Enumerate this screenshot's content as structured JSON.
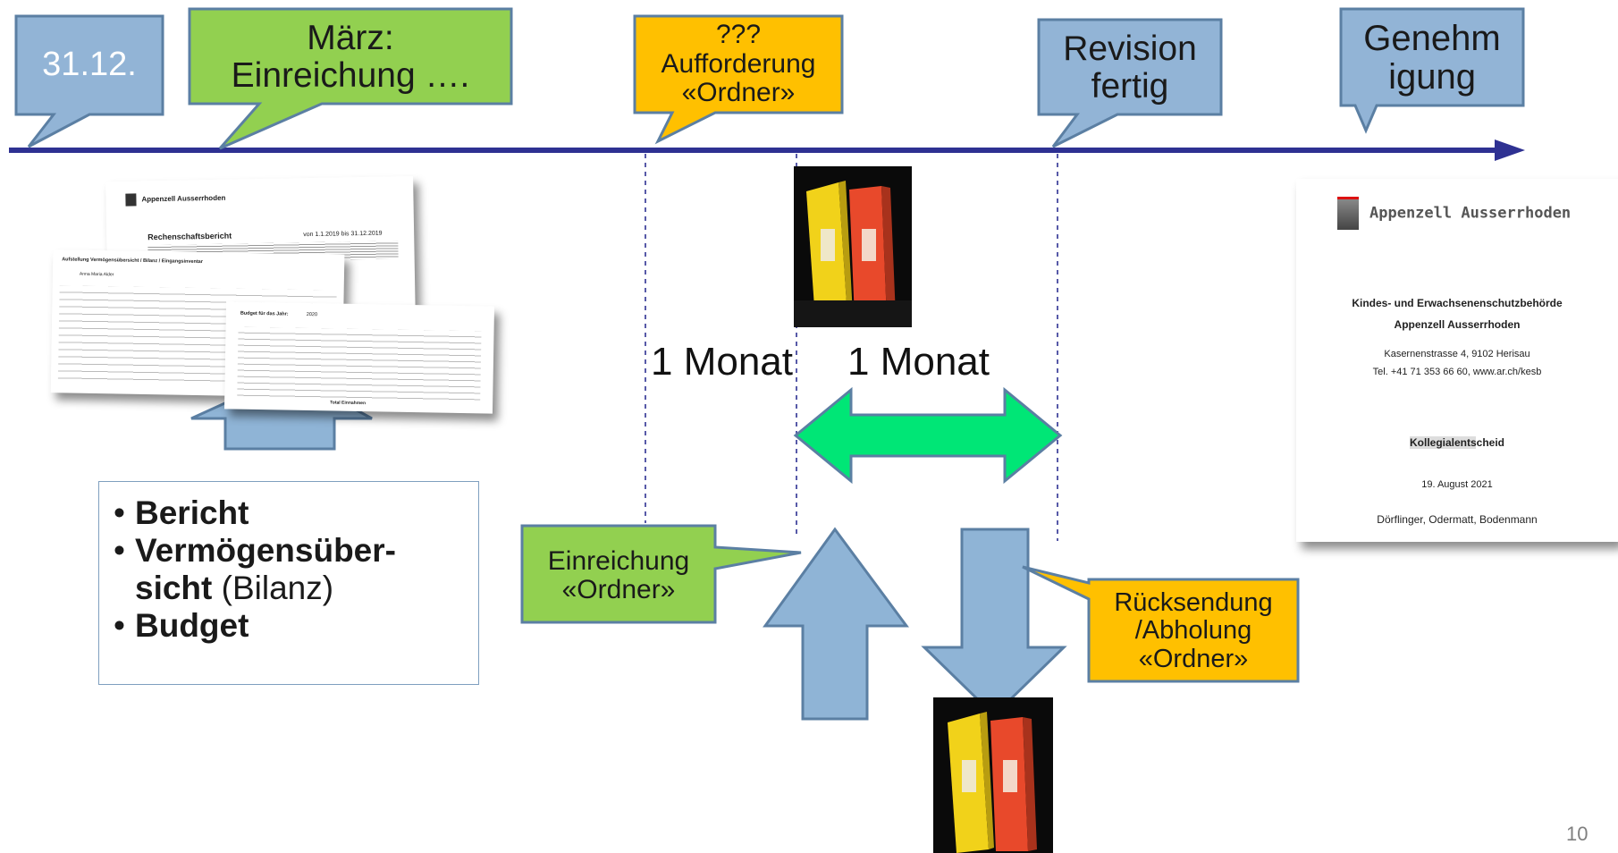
{
  "timeline": {
    "callouts": [
      {
        "id": "date",
        "lines": [
          "31.12."
        ]
      },
      {
        "id": "maerz",
        "lines": [
          "März:",
          "Einreichung …."
        ]
      },
      {
        "id": "aufforderung",
        "lines": [
          "???",
          "Aufforderung",
          "«Ordner»"
        ]
      },
      {
        "id": "revision",
        "lines": [
          "Revision",
          "fertig"
        ]
      },
      {
        "id": "genehmigung",
        "lines": [
          "Genehm",
          "igung"
        ]
      }
    ]
  },
  "durations": {
    "first": "1 Monat",
    "second": "1 Monat"
  },
  "bottom_callouts": {
    "einreichung": [
      "Einreichung",
      "«Ordner»"
    ],
    "ruecksendung": [
      "Rücksendung",
      "/Abholung",
      "«Ordner»"
    ]
  },
  "bullet_list": {
    "item1_bold": "Bericht",
    "item2_bold_a": "Vermögensüber-",
    "item2_bold_b": "sicht",
    "item2_normal": " (Bilanz)",
    "item3_bold": "Budget"
  },
  "report_doc": {
    "logo": "Appenzell Ausserrhoden",
    "title": "Rechenschaftsbericht",
    "period": "von 1.1.2019 bis 31.12.2019",
    "sub_title": "Aufstellung Vermögensübersicht / Bilanz / Eingangsinventar",
    "person": "Anna Maria Alder",
    "budget_title": "Budget für das Jahr:",
    "budget_year": "2020",
    "total": "Total Einnahmen"
  },
  "decision_doc": {
    "logo": "Appenzell Ausserrhoden",
    "authority": "Kindes- und Erwachsenenschutzbehörde",
    "region": "Appenzell Ausserrhoden",
    "address": "Kasernenstrasse 4, 9102 Herisau",
    "contact": "Tel. +41 71 353 66 60, www.ar.ch/kesb",
    "type": "Kollegialentscheid",
    "date": "19. August 2021",
    "members": "Dörflinger, Odermatt, Bodenmann"
  },
  "page_number": "10",
  "colors": {
    "timeline": "#2e3192",
    "blue_callout": "#92b4d6",
    "green_callout": "#92d050",
    "orange_callout": "#ffc000",
    "green_arrow": "#00e676",
    "blue_arrow": "#8fb4d6"
  }
}
